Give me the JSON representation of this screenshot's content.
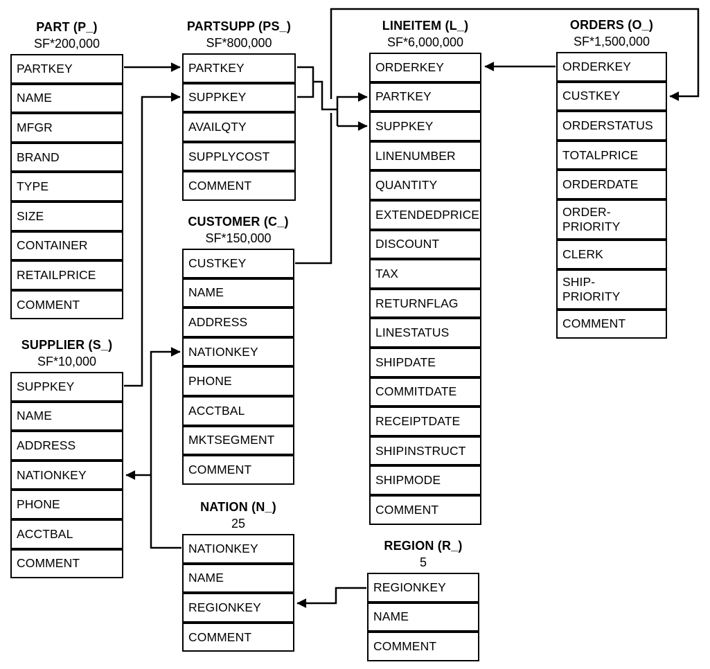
{
  "diagram": {
    "kind": "entity-relationship-schema",
    "colors": {
      "line": "#000000",
      "background": "#ffffff",
      "text": "#000000"
    }
  },
  "tables": {
    "part": {
      "title": "PART (P_)",
      "subtitle": "SF*200,000",
      "rows": [
        "PARTKEY",
        "NAME",
        "MFGR",
        "BRAND",
        "TYPE",
        "SIZE",
        "CONTAINER",
        "RETAILPRICE",
        "COMMENT"
      ]
    },
    "partsupp": {
      "title": "PARTSUPP (PS_)",
      "subtitle": "SF*800,000",
      "rows": [
        "PARTKEY",
        "SUPPKEY",
        "AVAILQTY",
        "SUPPLYCOST",
        "COMMENT"
      ]
    },
    "customer": {
      "title": "CUSTOMER (C_)",
      "subtitle": "SF*150,000",
      "rows": [
        "CUSTKEY",
        "NAME",
        "ADDRESS",
        "NATIONKEY",
        "PHONE",
        "ACCTBAL",
        "MKTSEGMENT",
        "COMMENT"
      ]
    },
    "supplier": {
      "title": "SUPPLIER (S_)",
      "subtitle": "SF*10,000",
      "rows": [
        "SUPPKEY",
        "NAME",
        "ADDRESS",
        "NATIONKEY",
        "PHONE",
        "ACCTBAL",
        "COMMENT"
      ]
    },
    "lineitem": {
      "title": "LINEITEM (L_)",
      "subtitle": "SF*6,000,000",
      "rows": [
        "ORDERKEY",
        "PARTKEY",
        "SUPPKEY",
        "LINENUMBER",
        "QUANTITY",
        "EXTENDEDPRICE",
        "DISCOUNT",
        "TAX",
        "RETURNFLAG",
        "LINESTATUS",
        "SHIPDATE",
        "COMMITDATE",
        "RECEIPTDATE",
        "SHIPINSTRUCT",
        "SHIPMODE",
        "COMMENT"
      ]
    },
    "orders": {
      "title": "ORDERS (O_)",
      "subtitle": "SF*1,500,000",
      "rows": [
        "ORDERKEY",
        "CUSTKEY",
        "ORDERSTATUS",
        "TOTALPRICE",
        "ORDERDATE",
        "ORDER-\nPRIORITY",
        "CLERK",
        "SHIP-\nPRIORITY",
        "COMMENT"
      ]
    },
    "nation": {
      "title": "NATION (N_)",
      "subtitle": "25",
      "rows": [
        "NATIONKEY",
        "NAME",
        "REGIONKEY",
        "COMMENT"
      ]
    },
    "region": {
      "title": "REGION (R_)",
      "subtitle": "5",
      "rows": [
        "REGIONKEY",
        "NAME",
        "COMMENT"
      ]
    }
  },
  "relations": [
    {
      "from": "PART.PARTKEY",
      "to": "PARTSUPP.PARTKEY"
    },
    {
      "from": "SUPPLIER.SUPPKEY",
      "to": "PARTSUPP.SUPPKEY"
    },
    {
      "from": "PARTSUPP.PARTKEY",
      "to": "LINEITEM.PARTKEY"
    },
    {
      "from": "PARTSUPP.SUPPKEY",
      "to": "LINEITEM.SUPPKEY"
    },
    {
      "from": "ORDERS.ORDERKEY",
      "to": "LINEITEM.ORDERKEY"
    },
    {
      "from": "CUSTOMER.CUSTKEY",
      "to": "ORDERS.CUSTKEY"
    },
    {
      "from": "NATION.NATIONKEY",
      "to": "CUSTOMER.NATIONKEY"
    },
    {
      "from": "NATION.NATIONKEY",
      "to": "SUPPLIER.NATIONKEY"
    },
    {
      "from": "REGION.REGIONKEY",
      "to": "NATION.REGIONKEY"
    }
  ]
}
